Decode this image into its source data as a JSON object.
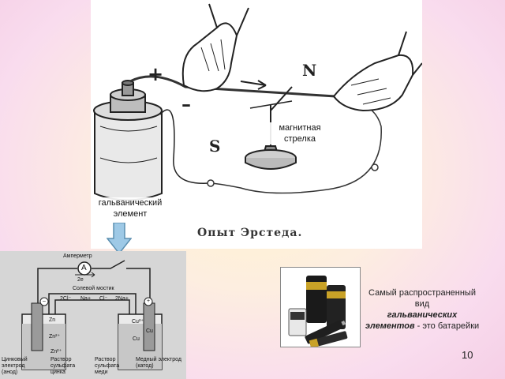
{
  "slide": {
    "page_number": "10"
  },
  "oersted": {
    "caption": "Опыт Эрстеда.",
    "label_needle": "магнитная стрелка",
    "label_cell": "гальванический элемент",
    "sign_plus": "+",
    "sign_minus": "–",
    "pole_n": "N",
    "pole_s": "S"
  },
  "cell_diagram": {
    "ammeter_label": "Амперметр",
    "ammeter_symbol": "A",
    "electrons": "2e",
    "salt_bridge_label": "Солевой мостик",
    "ions_left": "2Cl⁻",
    "ion_na1": "Na+",
    "ion_cl": "Cl⁻",
    "ions_right": "2Na+",
    "minus": "–",
    "plus": "+",
    "zn": "Zn",
    "zn2": "Zn²⁺",
    "zn_ion": "Zn²⁺",
    "cu2": "Cu²⁺",
    "cu": "Cu",
    "cu_right": "Cu",
    "zinc_electrode": "Цинковый электрод (анод)",
    "zinc_solution": "Раствор сульфата цинка",
    "copper_solution": "Раствор сульфата меди",
    "copper_electrode": "Медный электрод (катод)"
  },
  "battery": {
    "caption_line1": "Самый распространенный вид",
    "caption_em": "гальванических элементов",
    "caption_line3": " - это батарейки"
  },
  "colors": {
    "arrow_fill": "#9ec9e6",
    "arrow_stroke": "#5c8fb0"
  }
}
